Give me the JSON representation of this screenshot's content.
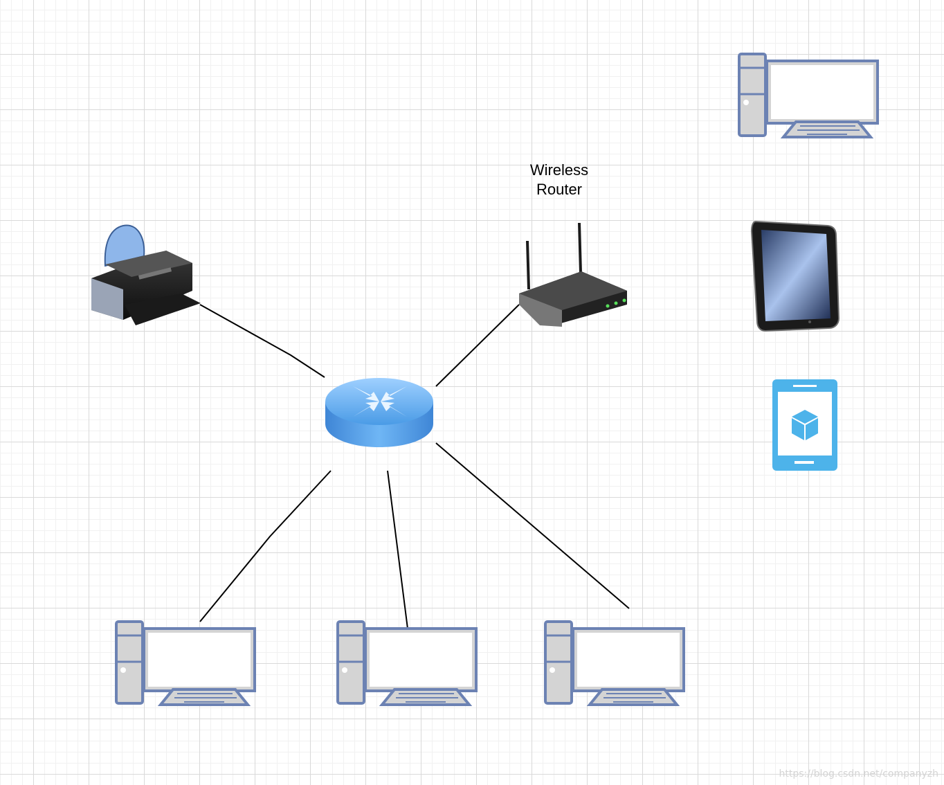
{
  "diagram": {
    "router_label_line1": "Wireless",
    "router_label_line2": "Router",
    "watermark": "https://blog.csdn.net/companyzh",
    "colors": {
      "desktop_outline": "#6c82b3",
      "desktop_fill": "#d4d4d4",
      "link": "#000000",
      "hub": "#5aa9ea",
      "phone": "#4db3ea",
      "grid": "#d9d9d9"
    },
    "icons": [
      "printer-icon",
      "hub-router-icon",
      "wireless-router-icon",
      "desktop-icon",
      "tablet-icon",
      "mobile-phone-icon"
    ]
  }
}
